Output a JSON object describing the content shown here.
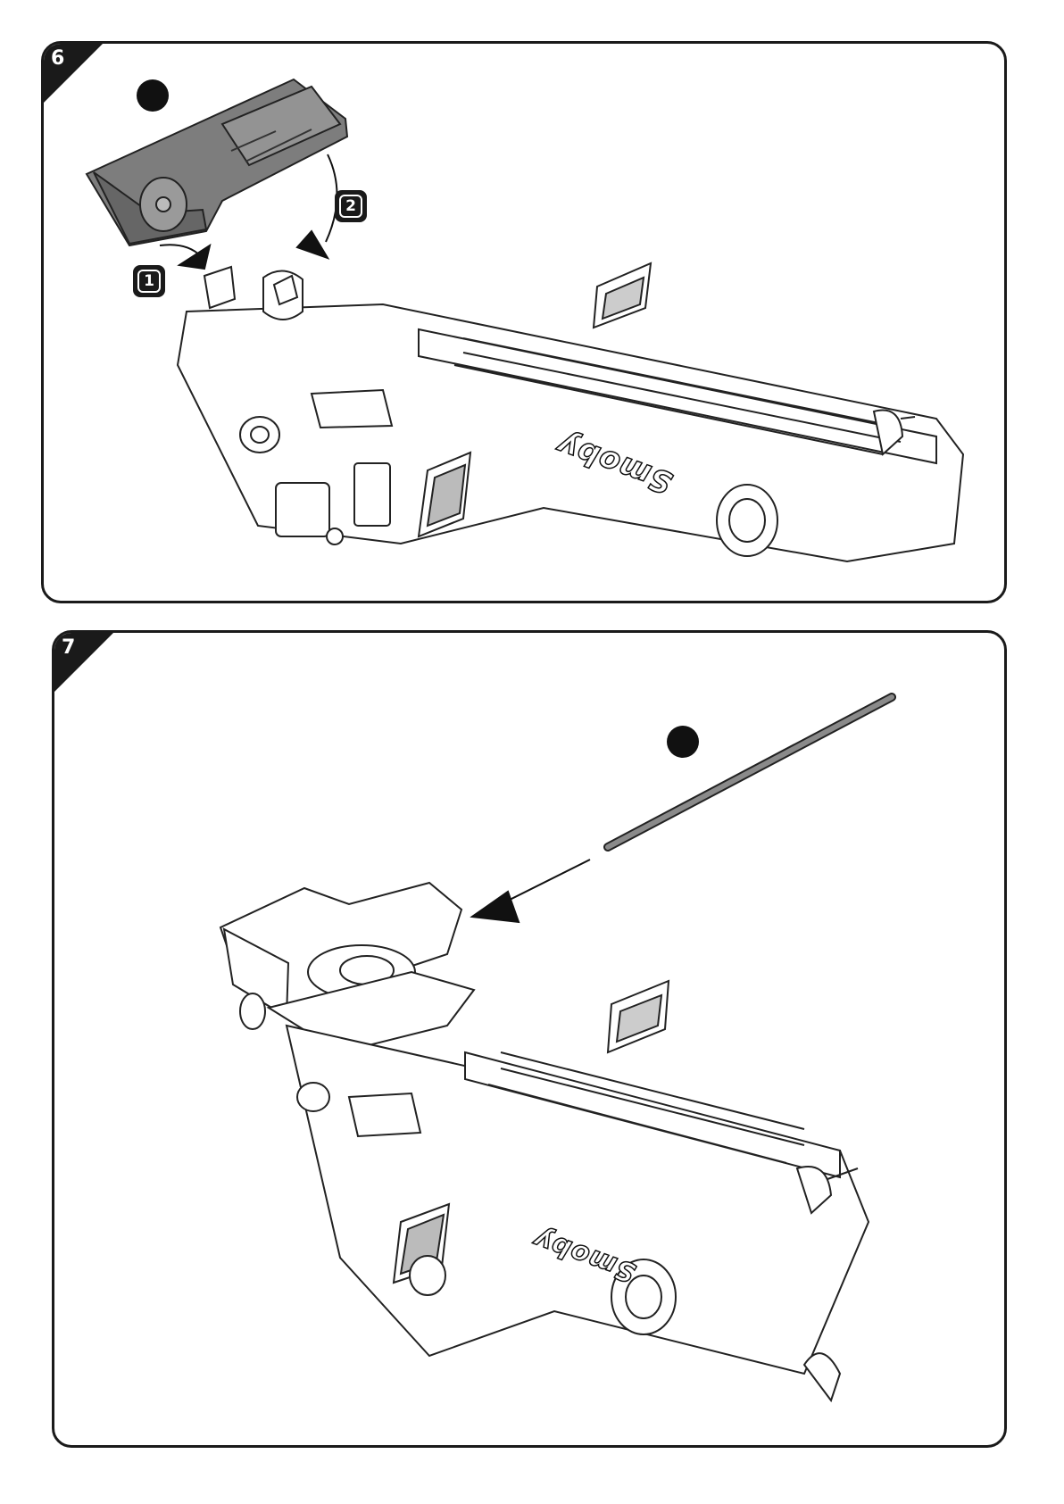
{
  "steps": [
    {
      "number": "6",
      "callouts": [
        "1",
        "2"
      ],
      "brand": "Smoby"
    },
    {
      "number": "7",
      "brand": "Smoby"
    }
  ]
}
